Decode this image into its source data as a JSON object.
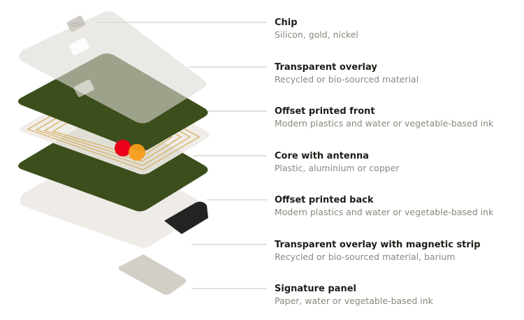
{
  "layers": [
    {
      "title": "Chip",
      "subtitle": "Silicon, gold, nickel"
    },
    {
      "title": "Transparent overlay",
      "subtitle": "Recycled or bio-sourced material"
    },
    {
      "title": "Offset printed front",
      "subtitle": "Modern plastics and water or vegetable-based ink"
    },
    {
      "title": "Core with antenna",
      "subtitle": "Plastic, aluminium or copper"
    },
    {
      "title": "Offset printed back",
      "subtitle": "Modern plastics and water or vegetable-based ink"
    },
    {
      "title": "Transparent overlay with magnetic strip",
      "subtitle": "Recycled or bio-sourced material, barium"
    },
    {
      "title": "Signature panel",
      "subtitle": "Paper, water or vegetable-based ink"
    }
  ],
  "colors": {
    "green": "#3c4e1b",
    "overlay": "#e6e3de",
    "core": "#efece6",
    "antenna": "#d7b36a",
    "chip": "#cfccc5",
    "logo_red": "#eb001b",
    "logo_orange": "#f79e1b",
    "strip": "#232323",
    "signature": "#d3cfc7",
    "leader": "#c6c2bb"
  }
}
